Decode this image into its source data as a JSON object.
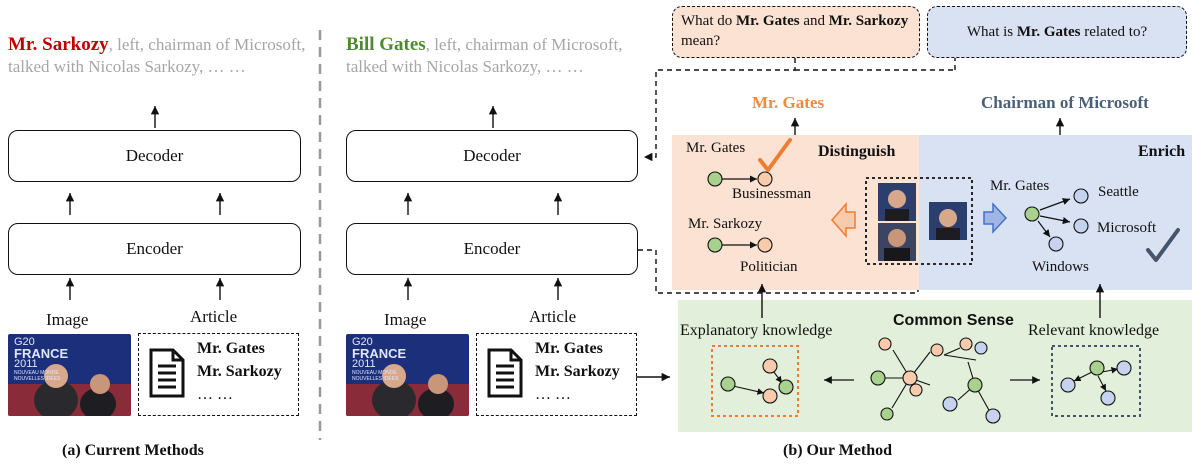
{
  "left_panel": {
    "output_name": "Mr. Sarkozy",
    "output_rest": ", left, chairman of Microsoft, talked with Nicolas Sarkozy, … …",
    "decoder": "Decoder",
    "encoder": "Encoder",
    "image_label": "Image",
    "article_label": "Article",
    "article_lines": [
      "Mr. Gates",
      "Mr. Sarkozy",
      "… …"
    ],
    "photo_text": [
      "G20",
      "FRANCE",
      "2011",
      "NOUVEAU MONDE",
      "NOUVELLES IDÉES"
    ],
    "caption": "(a) Current Methods"
  },
  "middle_panel": {
    "output_name": "Bill Gates",
    "output_rest": ", left, chairman of Microsoft, talked with Nicolas Sarkozy, … …",
    "decoder": "Decoder",
    "encoder": "Encoder",
    "image_label": "Image",
    "article_label": "Article",
    "article_lines": [
      "Mr. Gates",
      "Mr. Sarkozy",
      "… …"
    ],
    "photo_text": [
      "G20",
      "FRANCE",
      "2011",
      "NOUVEAU MONDE",
      "NOUVELLES IDÉES"
    ]
  },
  "right_panel": {
    "question_1_parts": [
      "What do ",
      "Mr. Gates",
      " and ",
      "Mr. Sarkozy",
      " mean?"
    ],
    "question_2_parts": [
      "What is ",
      "Mr. Gates",
      " related to?"
    ],
    "output_distinguish": "Mr. Gates",
    "output_enrich": "Chairman of Microsoft",
    "distinguish_title": "Distinguish",
    "enrich_title": "Enrich",
    "distinguish_nodes": [
      "Mr. Gates",
      "Businessman",
      "Mr. Sarkozy",
      "Politician"
    ],
    "enrich_nodes": [
      "Mr. Gates",
      "Seattle",
      "Microsoft",
      "Windows"
    ],
    "common_sense_title": "Common Sense",
    "explanatory_label": "Explanatory knowledge",
    "relevant_label": "Relevant knowledge",
    "caption": "(b) Our Method"
  },
  "colors": {
    "red_name": "#c00000",
    "green_name": "#4e8a2e",
    "orange_output": "#f08a3e",
    "blue_output": "#4a6079",
    "distinguish_bg": "#fbe2d2",
    "enrich_bg": "#d9e2f3",
    "common_sense_bg": "#e2efda",
    "node_green": "#a9d18e",
    "node_orange": "#f8cbad",
    "node_blue": "#c5d3ef",
    "check_orange": "#ed7d31",
    "check_blue": "#44546a"
  }
}
